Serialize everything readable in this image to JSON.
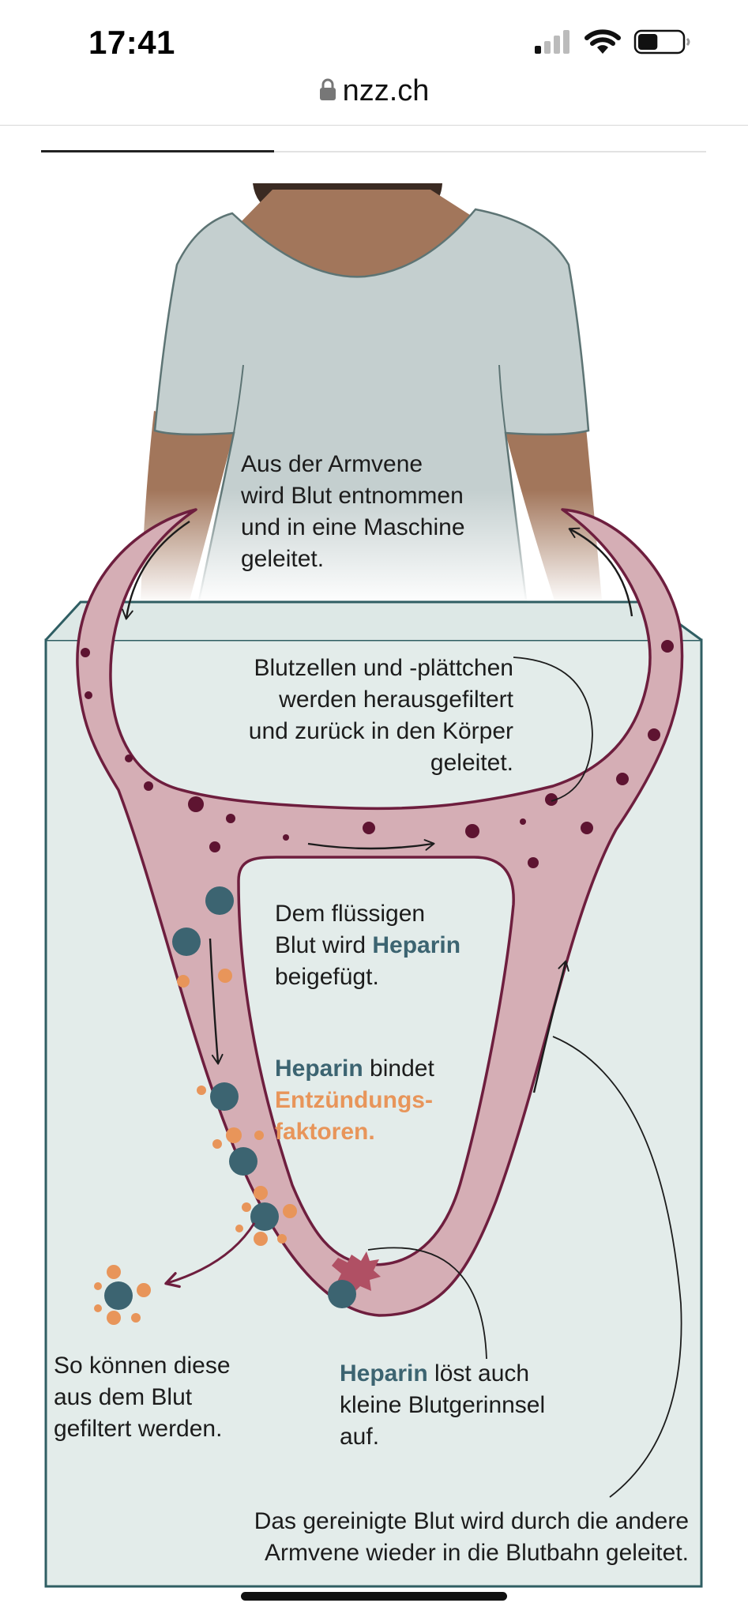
{
  "status_bar": {
    "time": "17:41",
    "battery_level": 0.45
  },
  "browser": {
    "url": "nzz.ch"
  },
  "reading_progress": 0.35,
  "colors": {
    "box_fill": "#e3ecea",
    "box_stroke": "#2f5e63",
    "tube_fill": "#d5aeb5",
    "tube_stroke": "#6e1e3e",
    "blood_cell": "#5e1431",
    "heparin": "#3c6471",
    "inflammation": "#e8955a",
    "clot": "#b05064",
    "shirt": "#c4cfcf",
    "skin": "#a2765b",
    "hair": "#3a2a22"
  },
  "labels": {
    "armvene": "Aus der Armvene\nwird Blut entnommen\nund in eine Maschine\ngeleitet.",
    "blutzellen": "Blutzellen und -plättchen\nwerden herausgefiltert\nund zurück in den Körper\ngeleitet.",
    "beigefuegt": {
      "before": "Dem flüssigen\nBlut wird ",
      "heparin": "Heparin",
      "after": "\nbeigefügt."
    },
    "bindet": {
      "heparin": "Heparin",
      "middle": " bindet\n",
      "factors": "Entzündungs-\nfaktoren."
    },
    "gefiltert": "So können diese\naus dem Blut\ngefiltert werden.",
    "loest": {
      "heparin": "Heparin",
      "after": " löst auch\nkleine Blutgerinnsel\nauf."
    },
    "gereinigt": "Das gereinigte Blut wird durch die andere\nArmvene wieder in die Blutbahn geleitet."
  }
}
